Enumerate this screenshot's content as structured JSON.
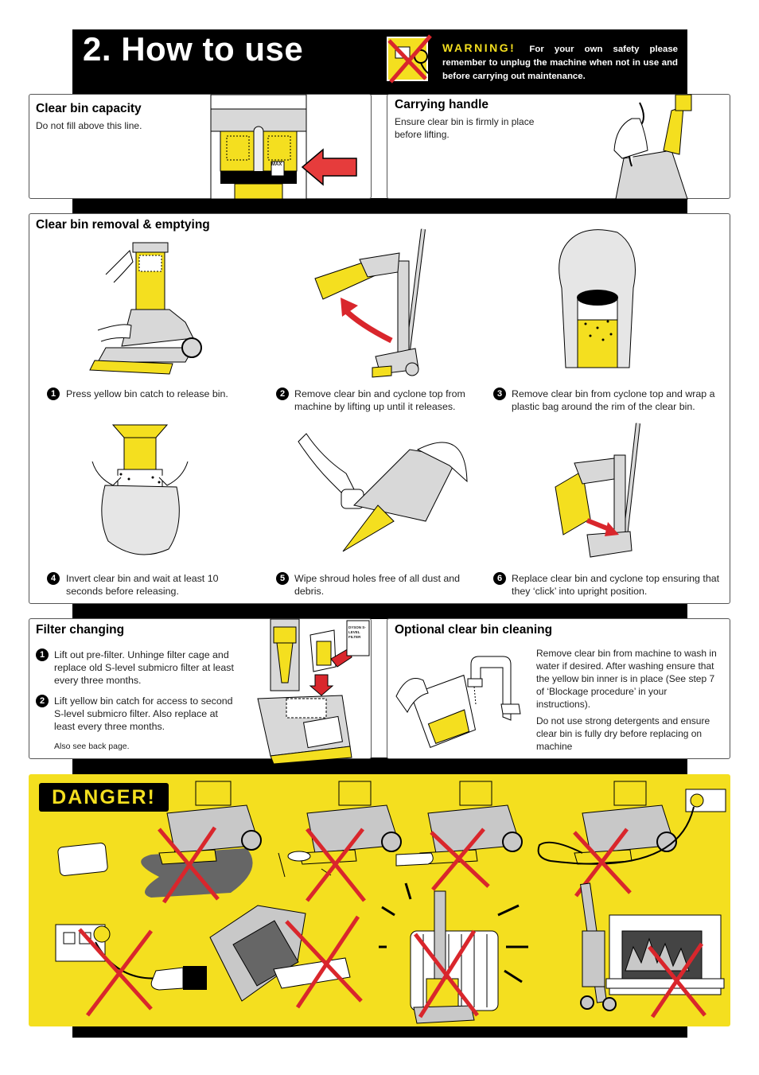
{
  "header": {
    "title": "2. How to use",
    "warning_word": "WARNING!",
    "warning_text": "For your own safety please remember to unplug the machine when not in use and before carrying out maintenance."
  },
  "clear_bin_capacity": {
    "title": "Clear bin capacity",
    "text": "Do not fill above this line.",
    "label_max": "MAX"
  },
  "carrying_handle": {
    "title": "Carrying handle",
    "text": "Ensure clear bin is firmly in place before lifting."
  },
  "removal": {
    "title": "Clear bin removal & emptying",
    "steps": [
      {
        "n": "1",
        "text": "Press yellow bin catch to release bin."
      },
      {
        "n": "2",
        "text": "Remove clear bin and cyclone top from machine by lifting up until it releases."
      },
      {
        "n": "3",
        "text": "Remove clear bin from cyclone top and wrap a plastic bag around the rim of the clear bin."
      },
      {
        "n": "4",
        "text": "Invert clear bin and wait at least 10 seconds before releasing."
      },
      {
        "n": "5",
        "text": "Wipe shroud holes free of all dust and debris."
      },
      {
        "n": "6",
        "text": "Replace clear bin and cyclone top ensuring that they ‘click’ into upright position."
      }
    ]
  },
  "filter_changing": {
    "title": "Filter changing",
    "steps": [
      {
        "n": "1",
        "text": "Lift out pre-filter. Unhinge filter cage and replace old S-level submicro filter at least every three months."
      },
      {
        "n": "2",
        "text": "Lift yellow bin catch for access to second S-level submicro filter. Also replace at least every three months."
      }
    ],
    "note": "Also see back page.",
    "filter_label": "DYSON S-LEVEL FILTER"
  },
  "optional_cleaning": {
    "title": "Optional clear bin cleaning",
    "para1": "Remove clear bin from machine to wash in water if desired. After washing ensure that the yellow bin inner is in place (See step 7 of ‘Blockage procedure’ in your instructions).",
    "para2": "Do not use strong detergents and ensure clear bin is fully dry before replacing on machine"
  },
  "danger": {
    "label": "DANGER!"
  },
  "colors": {
    "yellow": "#f4df1f",
    "black": "#000000",
    "red": "#d9262c",
    "grey": "#c8c8c8"
  }
}
